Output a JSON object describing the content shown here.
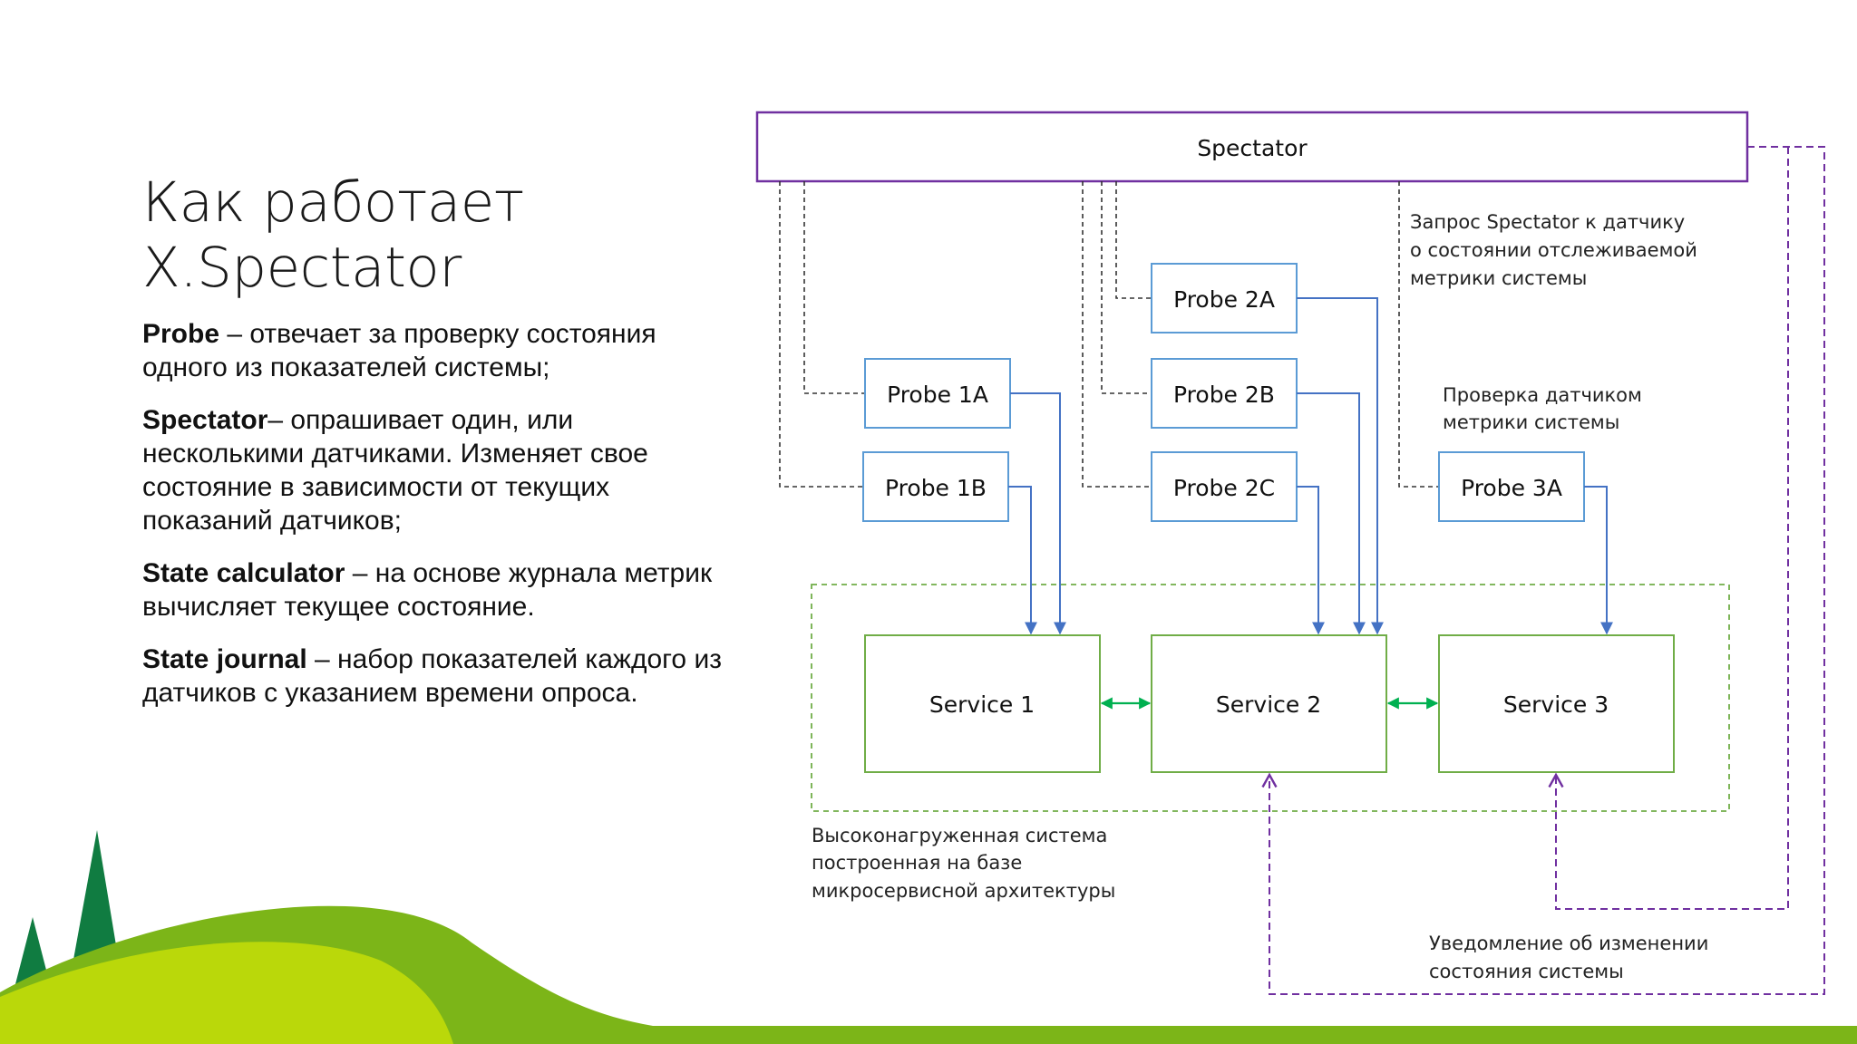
{
  "title_line1": "Как работает",
  "title_line2": "X.Spectator",
  "definitions": [
    {
      "term": "Probe",
      "text": " – отвечает за проверку состояния одного из показателей системы;"
    },
    {
      "term": "Spectator",
      "text": "– опрашивает один, или несколькими датчиками. Изменяет свое состояние в зависимости от текущих показаний датчиков;"
    },
    {
      "term": "State calculator",
      "text": " – на основе журнала метрик вычисляет текущее состояние."
    },
    {
      "term": "State journal",
      "text": " – набор показателей каждого из датчиков с указанием времени опроса."
    }
  ],
  "diagram": {
    "spectator": "Spectator",
    "probes": [
      "Probe 1A",
      "Probe 1B",
      "Probe 2A",
      "Probe 2B",
      "Probe 2C",
      "Probe 3A"
    ],
    "services": [
      "Service 1",
      "Service 2",
      "Service 3"
    ],
    "note_request": [
      "Запрос Spectator к датчику",
      "о состоянии отслеживаемой",
      "метрики системы"
    ],
    "note_check": [
      "Проверка датчиком",
      "метрики системы"
    ],
    "note_system": [
      "Высоконагруженная система",
      "построенная на базе",
      "микросервисной архитектуры"
    ],
    "note_notify": [
      "Уведомление об изменении",
      "состояния системы"
    ]
  },
  "colors": {
    "spectator_border": "#7030a0",
    "probe_border": "#5b9bd5",
    "probe_arrow": "#4472c4",
    "service_border": "#70ad47",
    "service_arrow": "#00b050",
    "notify": "#7030a0",
    "hill_dark": "#7cb518",
    "hill_light": "#bad80a",
    "tree": "#107c41"
  }
}
